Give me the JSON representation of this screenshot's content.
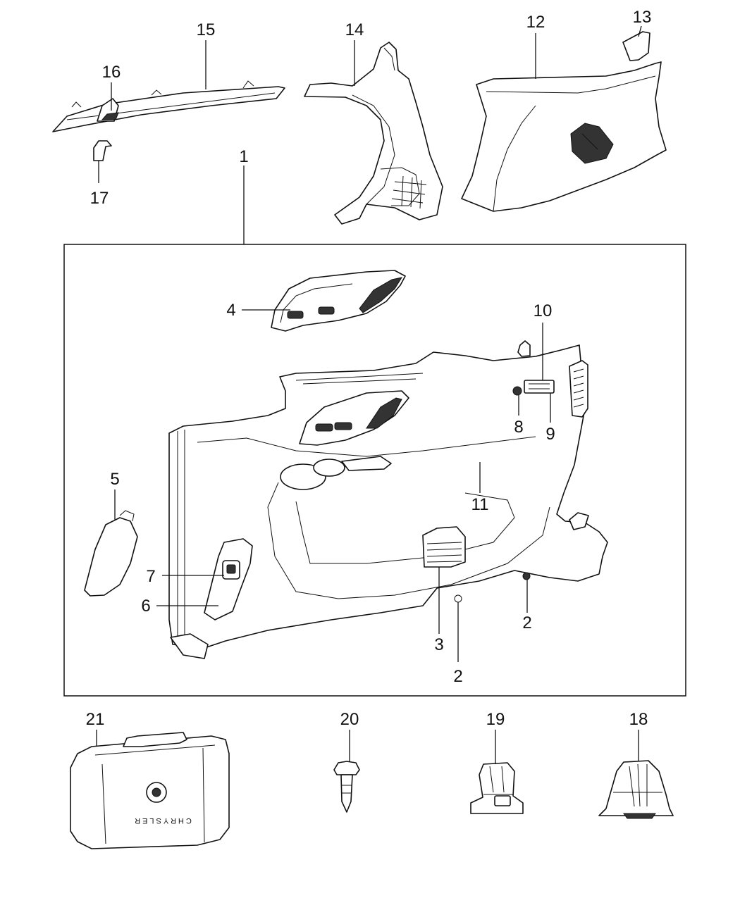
{
  "labels": {
    "l1": "1",
    "l2a": "2",
    "l2b": "2",
    "l3": "3",
    "l4": "4",
    "l5": "5",
    "l6": "6",
    "l7": "7",
    "l8": "8",
    "l9": "9",
    "l10": "10",
    "l11": "11",
    "l12": "12",
    "l13": "13",
    "l14": "14",
    "l15": "15",
    "l16": "16",
    "l17": "17",
    "l18": "18",
    "l19": "19",
    "l20": "20",
    "l21": "21"
  },
  "emergency_kit_brand": "CHRYSLER"
}
